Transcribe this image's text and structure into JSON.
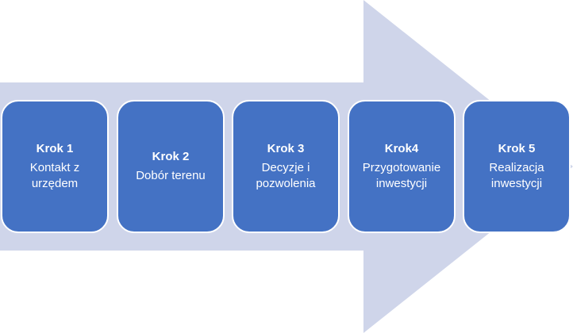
{
  "diagram": {
    "arrow_color": "#cfd5ea",
    "box_color": "#4472c4",
    "steps": [
      {
        "title": "Krok 1",
        "line1": "Kontakt z",
        "line2": "urzędem"
      },
      {
        "title": "Krok 2",
        "line1": "Dobór terenu",
        "line2": ""
      },
      {
        "title": "Krok 3",
        "line1": "Decyzje i",
        "line2": "pozwolenia"
      },
      {
        "title": "Krok4",
        "line1": "Przygotowanie",
        "line2": "inwestycji"
      },
      {
        "title": "Krok 5",
        "line1": "Realizacja",
        "line2": "inwestycji"
      }
    ]
  }
}
